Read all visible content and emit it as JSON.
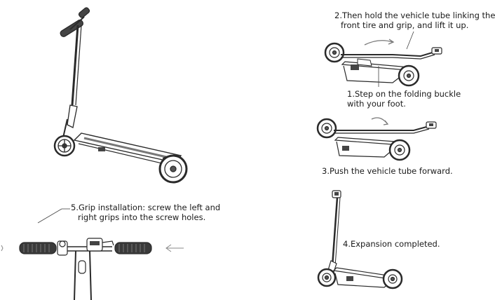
{
  "steps": {
    "step2": {
      "line1": "2.Then hold the vehicle tube linking the",
      "line2": "front tire and grip, and lift it up."
    },
    "step1": {
      "line1": "1.Step on the folding buckle",
      "line2": "with your foot."
    },
    "step3": {
      "line1": "3.Push the vehicle tube forward."
    },
    "step4": {
      "line1": "4.Expansion completed."
    },
    "step5": {
      "line1": "5.Grip installation: screw the left and",
      "line2": "right grips into the screw holes."
    }
  },
  "colors": {
    "line": "#2a2a2a",
    "deck": "#555555",
    "tire": "#333333"
  }
}
